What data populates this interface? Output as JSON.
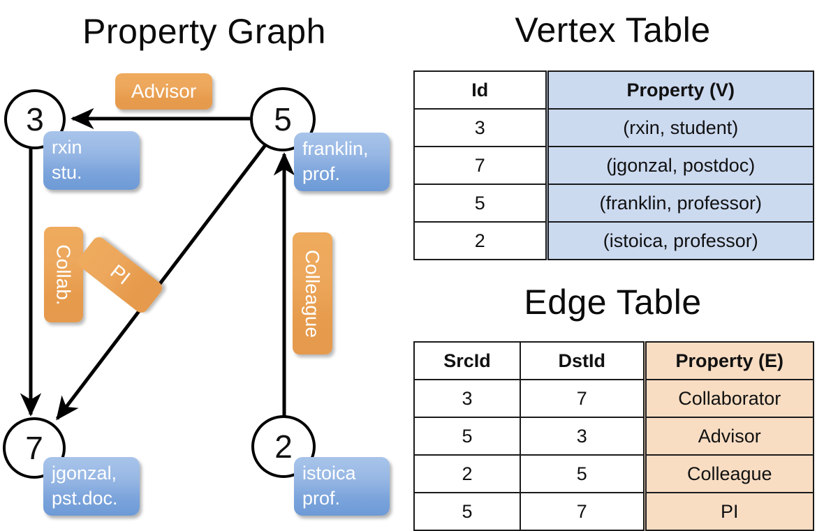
{
  "titles": {
    "property_graph": "Property Graph",
    "vertex_table": "Vertex Table",
    "edge_table": "Edge Table"
  },
  "graph": {
    "vertices": [
      {
        "id": "3",
        "property_lines": [
          "rxin",
          "stu."
        ]
      },
      {
        "id": "5",
        "property_lines": [
          "franklin,",
          "prof."
        ]
      },
      {
        "id": "7",
        "property_lines": [
          "jgonzal,",
          "pst.doc."
        ]
      },
      {
        "id": "2",
        "property_lines": [
          "istoica",
          "prof."
        ]
      }
    ],
    "edge_labels": [
      {
        "name": "advisor",
        "text": "Advisor"
      },
      {
        "name": "collab",
        "text": "Collab."
      },
      {
        "name": "pi",
        "text": "PI"
      },
      {
        "name": "colleague",
        "text": "Colleague"
      }
    ]
  },
  "vertex_table": {
    "headers": [
      "Id",
      "Property (V)"
    ],
    "rows": [
      [
        "3",
        "(rxin, student)"
      ],
      [
        "7",
        "(jgonzal, postdoc)"
      ],
      [
        "5",
        "(franklin, professor)"
      ],
      [
        "2",
        "(istoica, professor)"
      ]
    ]
  },
  "edge_table": {
    "headers": [
      "SrcId",
      "DstId",
      "Property (E)"
    ],
    "rows": [
      [
        "3",
        "7",
        "Collaborator"
      ],
      [
        "5",
        "3",
        "Advisor"
      ],
      [
        "2",
        "5",
        "Colleague"
      ],
      [
        "5",
        "7",
        "PI"
      ]
    ]
  },
  "colors": {
    "vertex_property_blue": "#7aa3db",
    "edge_label_orange": "#e79b4c",
    "table_vertex_fill": "#ccdaf0",
    "table_edge_fill": "#f8ddc3",
    "stroke": "#000000"
  }
}
